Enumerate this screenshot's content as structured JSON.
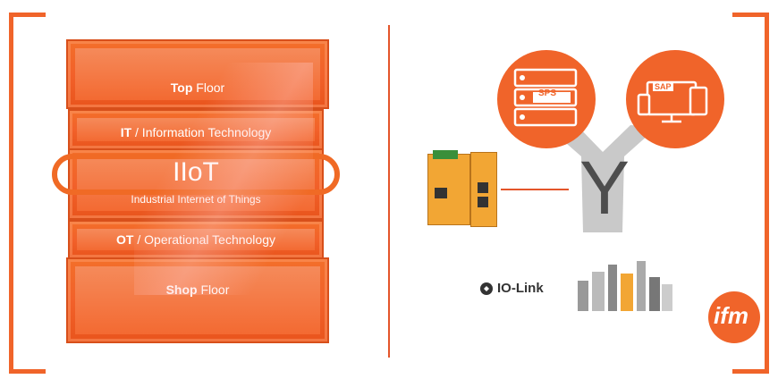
{
  "toolbox": {
    "top": {
      "bold": "Top",
      "rest": " Floor"
    },
    "it": {
      "bold": "IT",
      "rest": " / Information Technology"
    },
    "iiot_title": "IIoT",
    "iiot_sub": "Industrial Internet of Things",
    "ot": {
      "bold": "OT",
      "rest": " / Operational Technology"
    },
    "shop": {
      "bold": "Shop",
      "rest": " Floor"
    }
  },
  "diagram": {
    "sps_label": "SPS",
    "sap_label": "SAP",
    "y_letter": "Y"
  },
  "iolink": {
    "label": "IO-Link"
  },
  "logo": {
    "text": "ifm"
  },
  "colors": {
    "accent": "#f0642a",
    "gray": "#5a5a5a"
  }
}
